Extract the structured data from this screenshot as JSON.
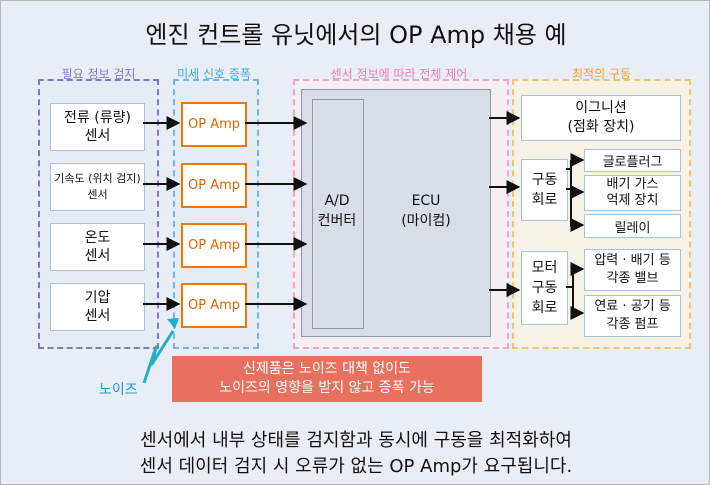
{
  "title": "엔진 컨트롤 유닛에서의 OP Amp 채용 예",
  "sections": {
    "detection": "필요 정보 검지",
    "amplification": "미세 신호 증폭",
    "control": "센서 정보에 따라 전체 제어",
    "drive": "최적의 구동"
  },
  "sensors": [
    "전류 (류량)\n센서",
    "기속도 (위치 검지)\n센서",
    "온도\n센서",
    "기압\n센서"
  ],
  "amp_label": "OP Amp",
  "ecu": {
    "ad_label": "A/D\n컨버터",
    "ecu_label": "ECU\n(마이컴)"
  },
  "outputs": {
    "ignition": "이그니션\n(점화 장치)",
    "drive_circuit": "구동\n회로",
    "motor_drive_circuit": "모터\n구동\n회로",
    "glow_plug": "글로플러그",
    "exhaust_gas_suppression": "배기 가스\n억제 장치",
    "relay": "릴레이",
    "valves": "압력 · 배기 등\n각종 밸브",
    "pumps": "연료 · 공기 등\n각종 펌프"
  },
  "noise_label": "노이즈",
  "callout": "신제품은 노이즈 대책 없이도\n노이즈의 영향을 받지 않고 증폭 가능",
  "bottom_text": "센서에서 내부 상태를 검지함과 동시에 구동을 최적화하여\n센서 데이터 검지 시 오류가 없는 OP Amp가 요구됩니다.",
  "colors": {
    "detection": "#7b79c9",
    "amplification": "#3aa9e0",
    "control": "#f2a3c6",
    "drive": "#f0a020",
    "amp": "#f07800",
    "noise": "#1fb0c8",
    "callout": "#e8705f"
  }
}
